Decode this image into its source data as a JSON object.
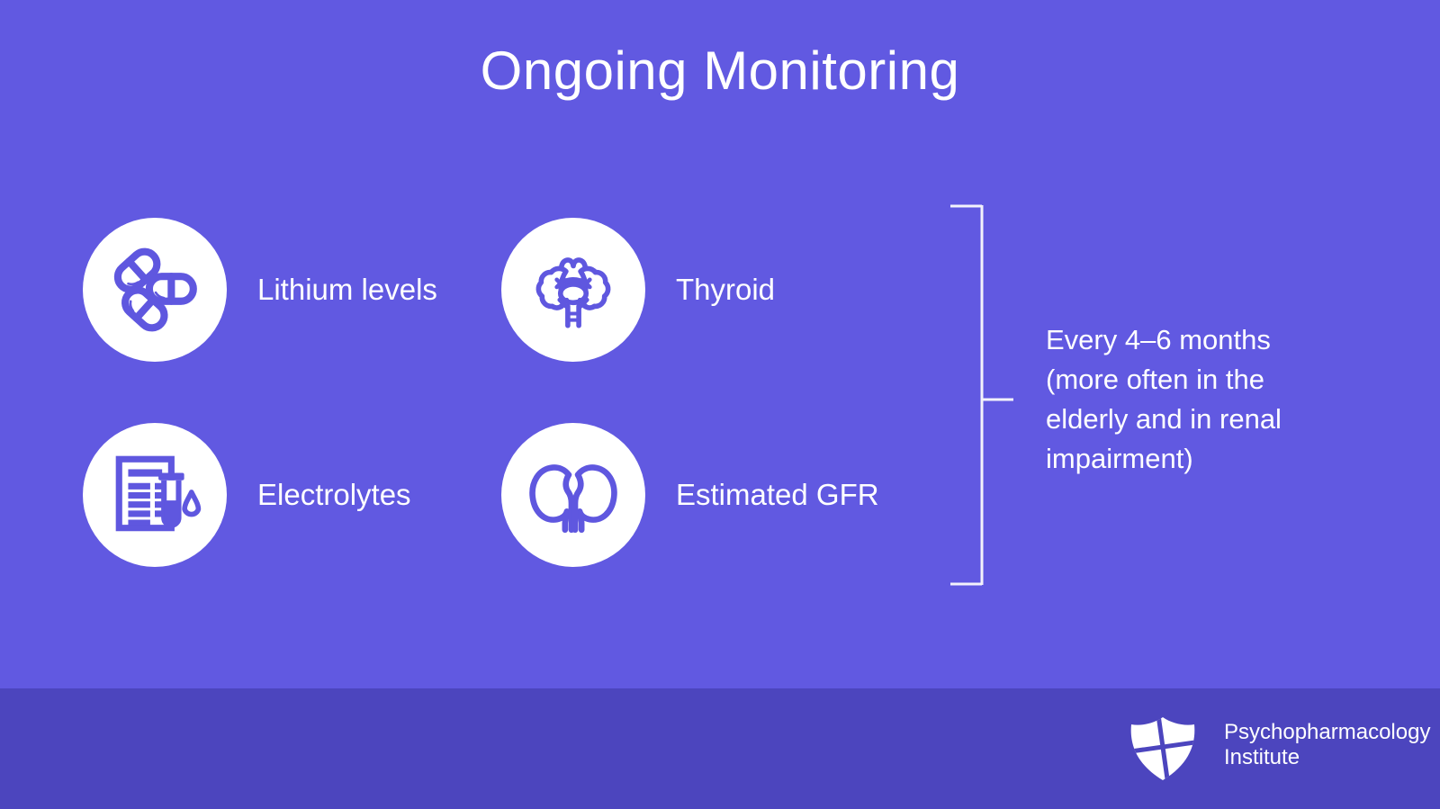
{
  "title": "Ongoing Monitoring",
  "colors": {
    "background": "#6159E1",
    "footer_background": "#4C45BE",
    "icon_purple": "#5F57DF",
    "text": "#FFFFFF",
    "bracket": "#F3F2FB"
  },
  "items": [
    {
      "label": "Lithium levels",
      "icon": "pills-icon"
    },
    {
      "label": "Thyroid",
      "icon": "thyroid-icon"
    },
    {
      "label": "Electrolytes",
      "icon": "lab-report-icon"
    },
    {
      "label": "Estimated GFR",
      "icon": "kidneys-icon"
    }
  ],
  "bracket_note": {
    "text": "Every 4–6 months (more often in the elderly and in renal impairment)",
    "lines": [
      "Every 4–6 months",
      "(more often in the",
      "elderly and in renal",
      "impairment)"
    ]
  },
  "footer": {
    "logo": "shield-logo",
    "brand_line1": "Psychopharmacology",
    "brand_line2": "Institute"
  }
}
